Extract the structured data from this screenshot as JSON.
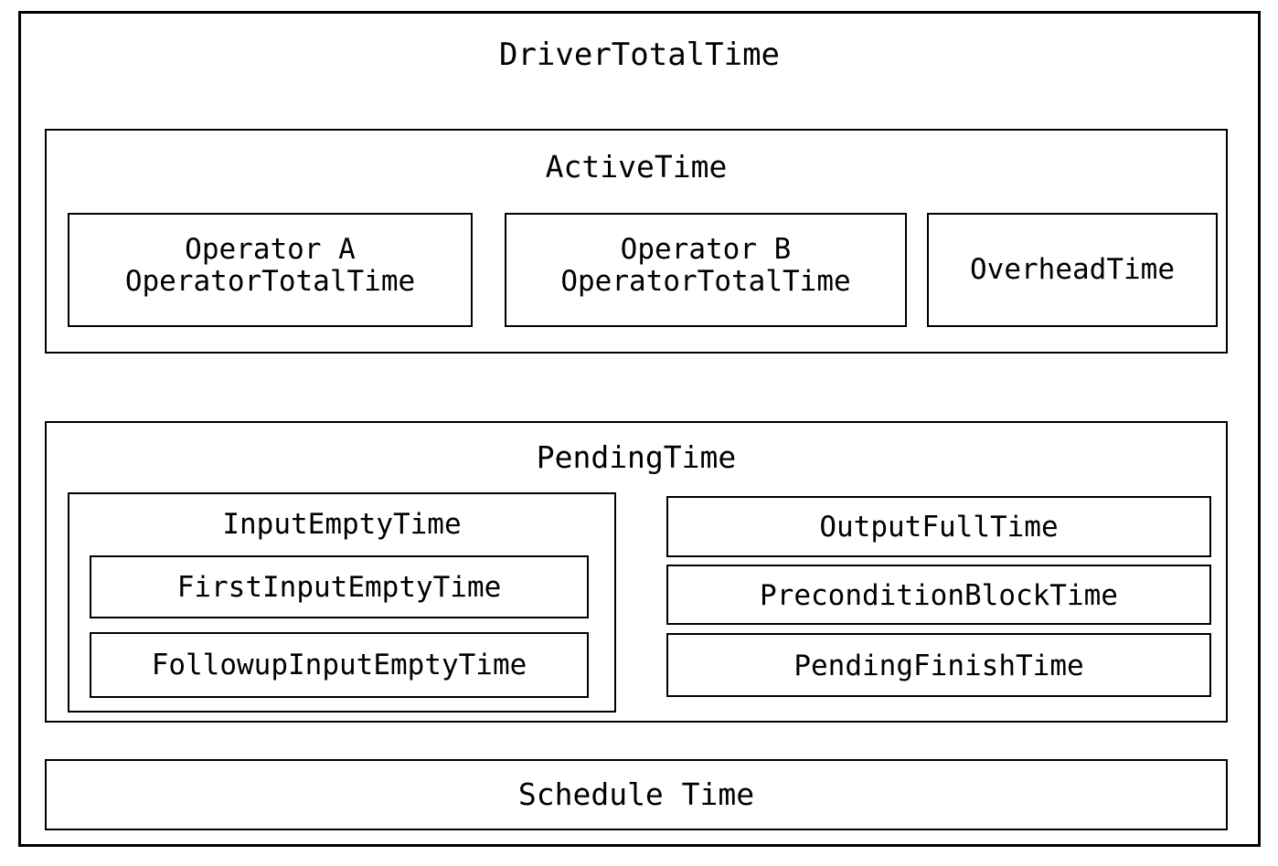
{
  "diagram": {
    "title": "DriverTotalTime",
    "root": {
      "label": "DriverTotalTime"
    },
    "active_time": {
      "label": "ActiveTime",
      "children": [
        {
          "label": "Operator A\nOperatorTotalTime"
        },
        {
          "label": "Operator B\nOperatorTotalTime"
        },
        {
          "label": "OverheadTime"
        }
      ]
    },
    "pending_time": {
      "label": "PendingTime",
      "input_empty_time": {
        "label": "InputEmptyTime",
        "children": [
          {
            "label": "FirstInputEmptyTime"
          },
          {
            "label": "FollowupInputEmptyTime"
          }
        ]
      },
      "right_column": [
        {
          "label": "OutputFullTime"
        },
        {
          "label": "PreconditionBlockTime"
        },
        {
          "label": "PendingFinishTime"
        }
      ]
    },
    "schedule_time": {
      "label": "Schedule Time"
    },
    "colors": {
      "border": "#000000",
      "background": "#ffffff",
      "text": "#000000"
    }
  }
}
